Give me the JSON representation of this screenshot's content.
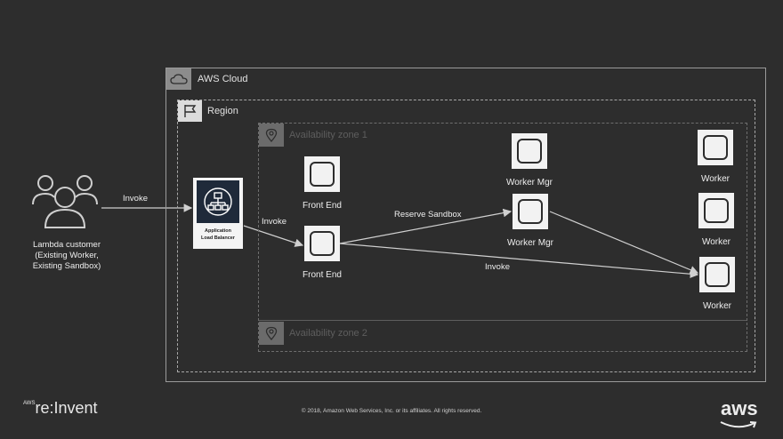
{
  "groups": {
    "cloud_label": "AWS Cloud",
    "region_label": "Region",
    "az1_label": "Availability zone 1",
    "az2_label": "Availability zone 2"
  },
  "customer": {
    "line1": "Lambda  customer",
    "line2": "(Existing Worker,",
    "line3": "Existing Sandbox)"
  },
  "alb": {
    "line1": "Application",
    "line2": "Load Balancer"
  },
  "nodes": {
    "front_end_top": "Front End",
    "front_end_bottom": "Front End",
    "worker_mgr_top": "Worker Mgr",
    "worker_mgr_bottom": "Worker Mgr",
    "worker_1": "Worker",
    "worker_2": "Worker",
    "worker_3": "Worker"
  },
  "edges": {
    "invoke_customer": "Invoke",
    "invoke_alb": "Invoke",
    "reserve_sandbox": "Reserve Sandbox",
    "invoke_worker": "Invoke"
  },
  "footer": {
    "reinvent_small": "AWS",
    "reinvent_main": "re:Invent",
    "copyright": "© 2018, Amazon Web Services, Inc. or its affiliates. All rights reserved.",
    "aws_logo": "aws"
  }
}
